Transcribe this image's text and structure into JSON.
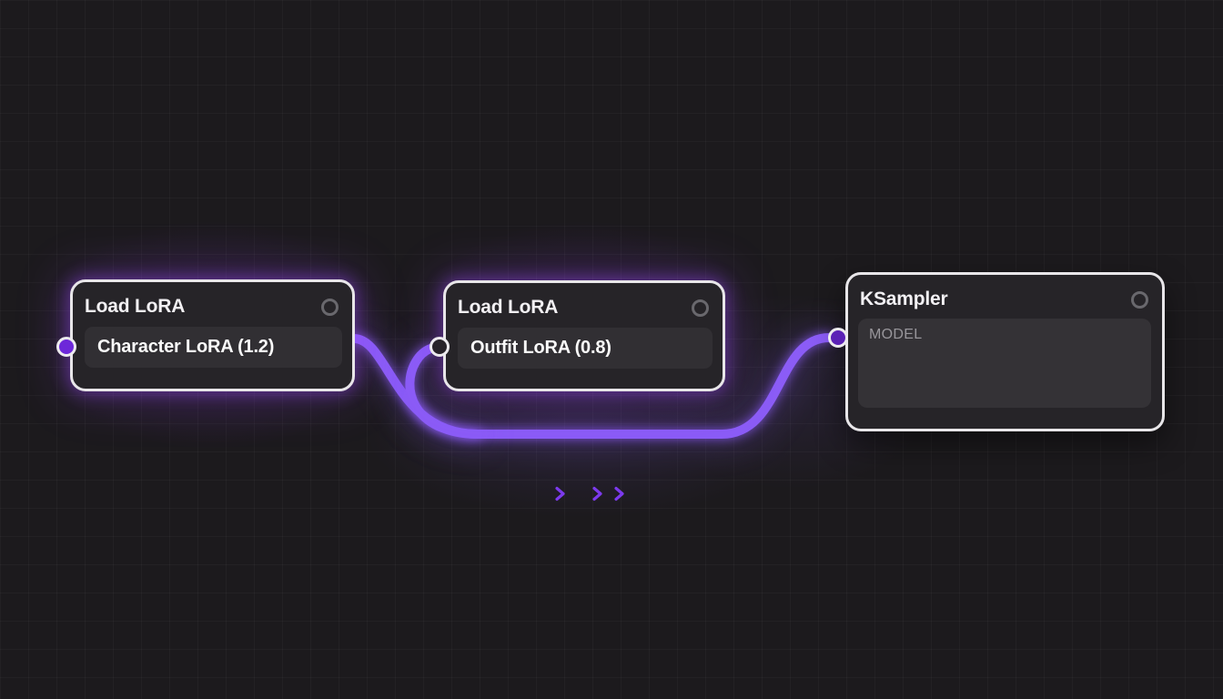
{
  "canvas": {
    "name": "node-graph-canvas"
  },
  "theme": {
    "background": "#1c1a1d",
    "node_background": "#262428",
    "node_border": "#e8e6e9",
    "widget_background": "#312f33",
    "panel_background": "#343236",
    "wire_color": "#8b5cf6",
    "glow_color": "rgba(155,75,250,0.42)",
    "chevron_color": "#7c3aed",
    "port_fill_purple": "#6d28d9",
    "port_fill_deep_purple": "#5b21b6",
    "port_fill_dark": "#272329",
    "muted_text": "#98969b"
  },
  "nodes": [
    {
      "title": "Load LoRA",
      "widget_value": "Character LoRA (1.2)"
    },
    {
      "title": "Load LoRA",
      "widget_value": "Outfit LoRA (0.8)"
    },
    {
      "title": "KSampler",
      "input_label": "MODEL"
    }
  ],
  "connections": [
    {
      "from": "load-lora-1-output",
      "to": "load-lora-2-model-input"
    },
    {
      "from": "load-lora-1-output",
      "to": "ksampler-model-input"
    }
  ]
}
